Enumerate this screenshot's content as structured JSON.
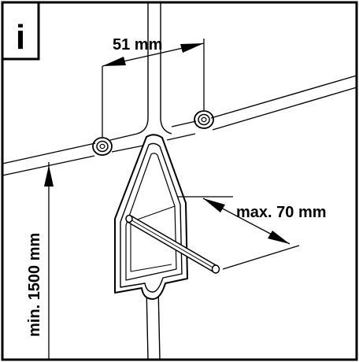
{
  "badge": {
    "letter": "i"
  },
  "labels": {
    "spacing": "51 mm",
    "protrusion": "max. 70 mm",
    "height": "min. 1500 mm"
  },
  "colors": {
    "line": "#000000",
    "background": "#ffffff"
  }
}
